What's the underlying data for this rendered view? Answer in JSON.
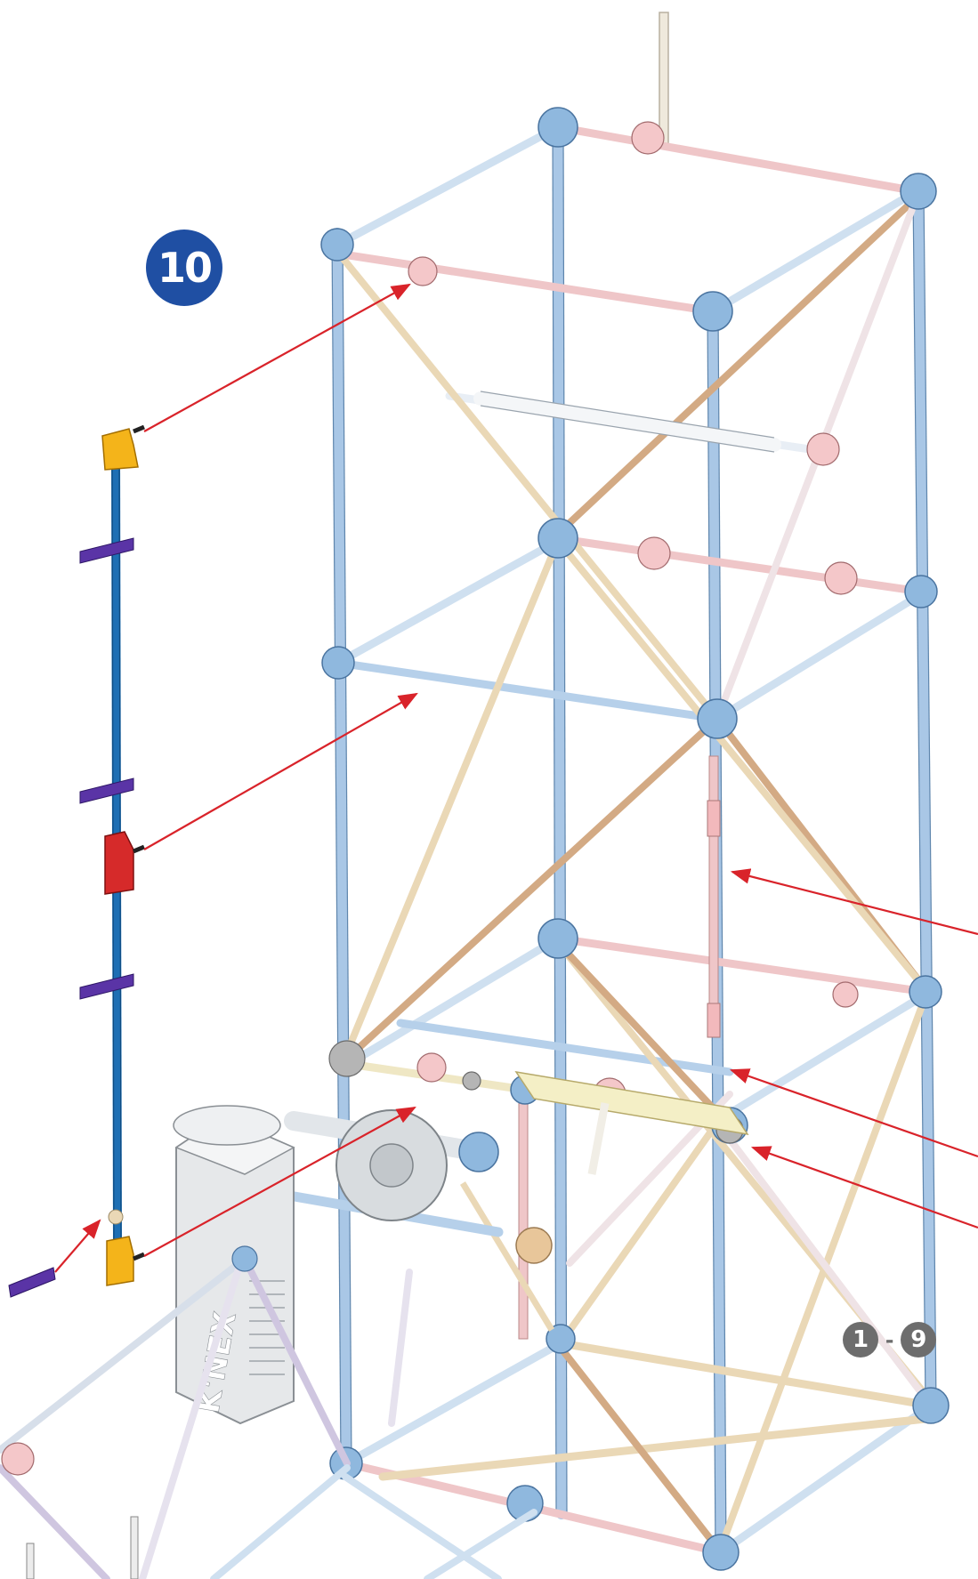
{
  "step": {
    "number": "10"
  },
  "page_range": {
    "from": "1",
    "separator": "-",
    "to": "9"
  },
  "brand": {
    "logo_text": "K'NEX"
  },
  "colors": {
    "step_badge": "#1f4fa3",
    "range_badge": "#6d6d6d",
    "arrow": "#d9232a",
    "rod_blue": "#aac8e6",
    "rod_tan": "#ead8b6",
    "rod_pink": "#efc6c8",
    "connector_blue": "#8fb8de",
    "assembly_rod": "#1e6fb4",
    "part_yellow": "#f4b41a",
    "part_red": "#d62a2a",
    "part_purple": "#5a34a6"
  },
  "icons": [
    "step-number-badge",
    "assembly-arrow",
    "connector-icon",
    "motor-icon"
  ]
}
